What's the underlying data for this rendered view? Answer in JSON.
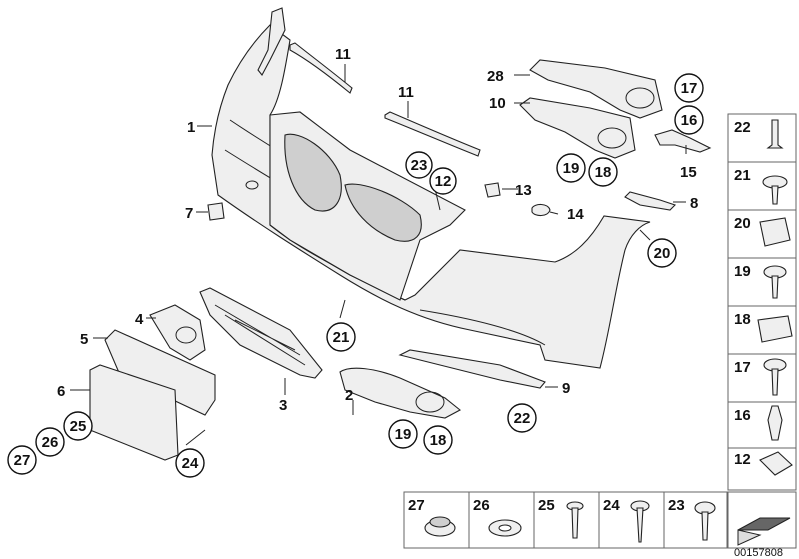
{
  "diagram": {
    "labels": {
      "p1": "1",
      "p2": "2",
      "p3": "3",
      "p4": "4",
      "p5": "5",
      "p6": "6",
      "p7": "7",
      "p8": "8",
      "p9": "9",
      "p10": "10",
      "p11a": "11",
      "p11b": "11",
      "p12": "12",
      "p13": "13",
      "p14": "14",
      "p15": "15",
      "p16": "16",
      "p17": "17",
      "p18a": "18",
      "p18b": "18",
      "p19a": "19",
      "p19b": "19",
      "p20": "20",
      "p21": "21",
      "p22": "22",
      "p23": "23",
      "p24": "24",
      "p25": "25",
      "p26": "26",
      "p27": "27",
      "p28": "28"
    },
    "sidebar": [
      "22",
      "21",
      "20",
      "19",
      "18",
      "17",
      "16",
      "12"
    ],
    "bottom_bar": [
      "27",
      "26",
      "25",
      "24",
      "23"
    ],
    "doc_number": "00157808"
  }
}
